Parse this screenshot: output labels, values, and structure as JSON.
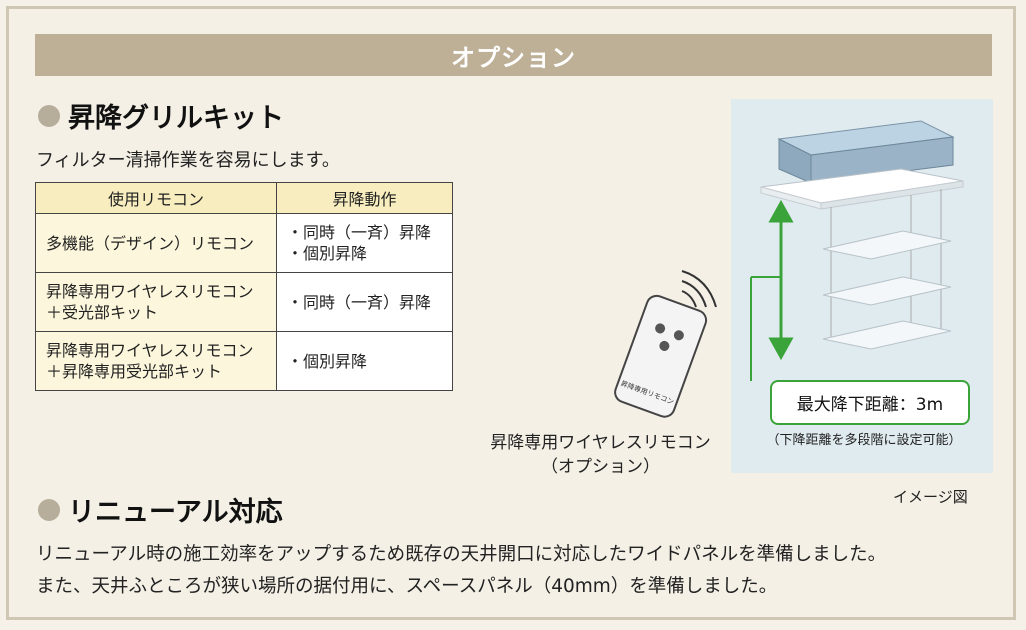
{
  "banner": {
    "title": "オプション"
  },
  "section1": {
    "title": "昇降グリルキット",
    "description": "フィルター清掃作業を容易にします。",
    "table": {
      "headers": [
        "使用リモコン",
        "昇降動作"
      ],
      "rows": [
        {
          "remote": [
            "多機能（デザイン）リモコン"
          ],
          "action": [
            "・同時（一斉）昇降",
            "・個別昇降"
          ]
        },
        {
          "remote": [
            "昇降専用ワイヤレスリモコン",
            "＋受光部キット"
          ],
          "action": [
            "・同時（一斉）昇降"
          ]
        },
        {
          "remote": [
            "昇降専用ワイヤレスリモコン",
            "＋昇降専用受光部キット"
          ],
          "action": [
            "・個別昇降"
          ]
        }
      ]
    }
  },
  "illustration": {
    "remote_caption": [
      "昇降専用ワイヤレスリモコン",
      "（オプション）"
    ],
    "remote_label": "昇降専用リモコン",
    "max_distance": "最大降下距離：3m",
    "distance_note": "（下降距離を多段階に設定可能）",
    "image_note": "イメージ図"
  },
  "section2": {
    "title": "リニューアル対応",
    "lines": [
      "リニューアル時の施工効率をアップするため既存の天井開口に対応したワイドパネルを準備しました。",
      "また、天井ふところが狭い場所の据付用に、スペースパネル（40mm）を準備しました。"
    ]
  },
  "colors": {
    "banner": "#bdb097",
    "table_header": "#f7edbf",
    "arrow": "#3aa43a",
    "illustration_bg": "#e0ebf0"
  }
}
